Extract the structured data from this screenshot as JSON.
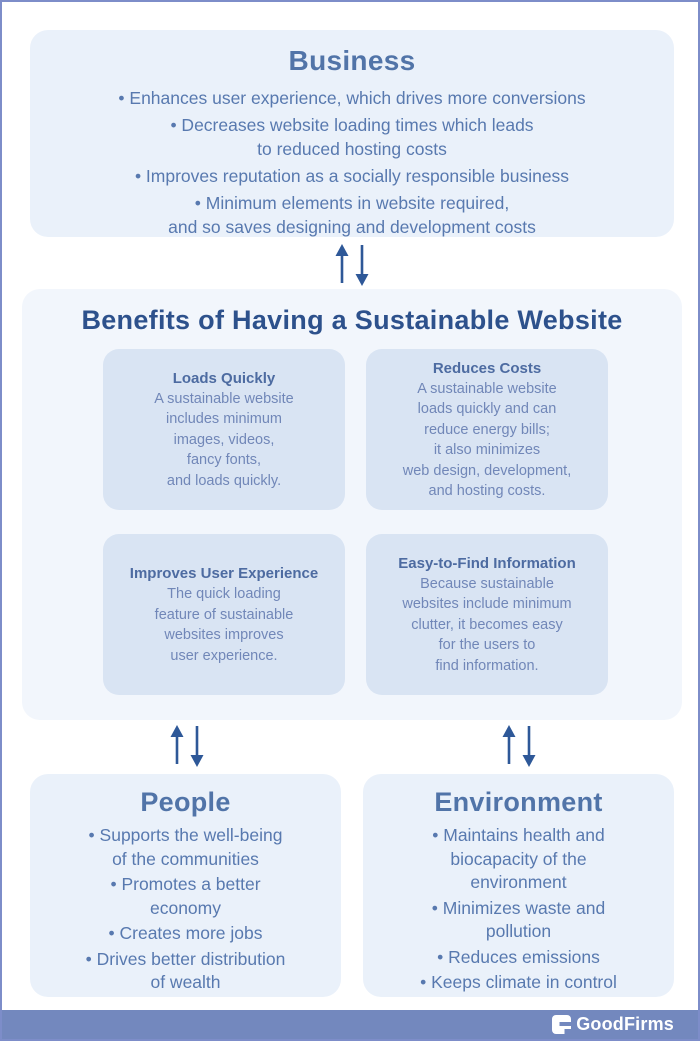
{
  "colors": {
    "frame_border": "#7d8dc9",
    "card_light_bg": "#eaf1fa",
    "section_bg": "#f2f6fc",
    "mini_card_bg": "#d9e4f3",
    "section_title": "#5174a8",
    "main_title": "#2d518c",
    "bullet_text": "#5879af",
    "mini_card_title": "#4d6ba1",
    "mini_card_body": "#7187b8",
    "arrow": "#2e5898",
    "footer_bar": "#7388be",
    "footer_text": "#ffffff"
  },
  "business": {
    "title": "Business",
    "bullets": [
      "• Enhances user experience, which drives more conversions",
      "• Decreases website loading times which leads\nto reduced hosting costs",
      "• Improves reputation as a socially responsible business",
      "• Minimum elements in website required,\nand so saves designing and development costs"
    ]
  },
  "benefits": {
    "title": "Benefits of Having a Sustainable Website",
    "cards": [
      {
        "title": "Loads Quickly",
        "body": "A sustainable website\nincludes minimum\nimages, videos,\nfancy fonts,\nand loads quickly."
      },
      {
        "title": "Reduces Costs",
        "body": "A sustainable website\nloads quickly and can\nreduce energy bills;\nit also minimizes\nweb design, development,\nand hosting costs."
      },
      {
        "title": "Improves User Experience",
        "body": "The quick loading\nfeature of sustainable\nwebsites improves\nuser experience."
      },
      {
        "title": "Easy-to-Find Information",
        "body": "Because sustainable\nwebsites include minimum\nclutter, it becomes easy\nfor the users to\nfind information."
      }
    ]
  },
  "people": {
    "title": "People",
    "bullets": [
      "• Supports the well-being\nof the communities",
      "• Promotes a better\neconomy",
      "• Creates more jobs",
      "• Drives better distribution\nof wealth"
    ]
  },
  "environment": {
    "title": "Environment",
    "bullets": [
      "• Maintains health and\nbiocapacity of the\nenvironment",
      "• Minimizes waste and\npollution",
      "• Reduces emissions",
      "• Keeps climate in control"
    ]
  },
  "footer": {
    "brand": "GoodFirms"
  }
}
